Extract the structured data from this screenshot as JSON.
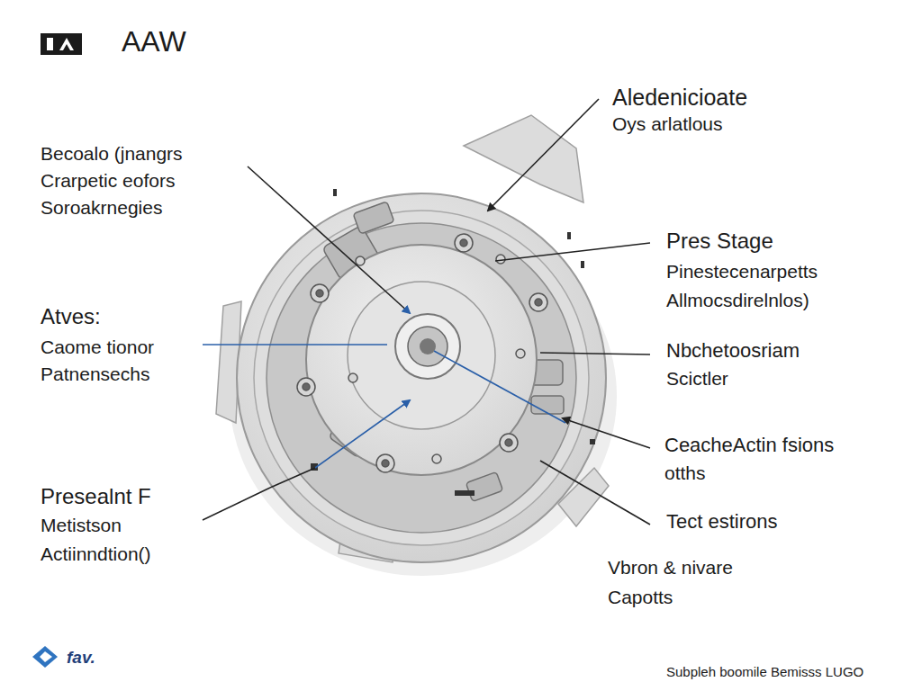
{
  "diagram": {
    "labels": [
      "AAW",
      "Aledenicioate",
      "Oys arlatlous",
      "Becoalo (jnangrs",
      "Crarpetic eofors",
      "Soroakrnegies",
      "Pres Stage",
      "Pinestecenarpetts",
      "Allmocsdirelnlos)",
      "Atves:",
      "Caome tionor",
      "Patnensechs",
      "Nbchetoosriam",
      "Scictler",
      "CeacheActin fsions",
      "otths",
      "Presealnt F",
      "Metistson",
      "Actiinndtion()",
      "Tect estirons",
      "Vbron & nivare",
      "Capotts",
      "fav.",
      "Subpleh boomile Bemisss LUGO"
    ]
  }
}
